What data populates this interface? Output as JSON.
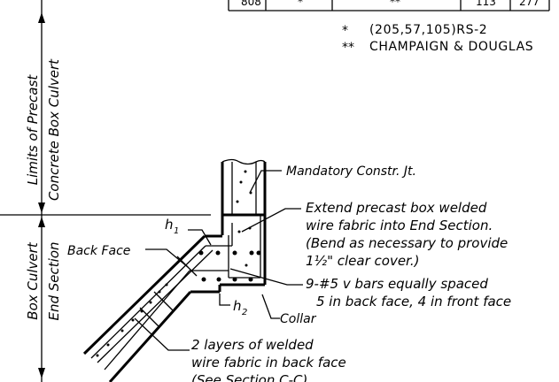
{
  "table_row": {
    "cells": [
      "808",
      "*",
      "**",
      "113",
      "277"
    ]
  },
  "notes": [
    {
      "mark": "*",
      "text": "(205,57,105)RS-2"
    },
    {
      "mark": "**",
      "text": "CHAMPAIGN & DOUGLAS"
    }
  ],
  "side_labels": {
    "upper_line1": "Limits of Precast",
    "upper_line2": "Concrete Box Culvert",
    "lower_line1": "Box Culvert",
    "lower_line2": "End Section"
  },
  "callouts": {
    "mandatory_joint": "Mandatory Constr. Jt.",
    "extend": [
      "Extend precast box welded",
      "wire fabric into End Section.",
      "(Bend as necessary to provide",
      "1½\" clear cover.)"
    ],
    "back_face": "Back Face",
    "h1": "h",
    "h1_sub": "1",
    "h2": "h",
    "h2_sub": "2",
    "bars": [
      "9-#5 v bars equally spaced",
      "5 in back face, 4 in front face"
    ],
    "collar": "Collar",
    "fabric": [
      "2 layers of welded",
      "wire fabric in back face",
      "(See Section C-C)"
    ]
  }
}
